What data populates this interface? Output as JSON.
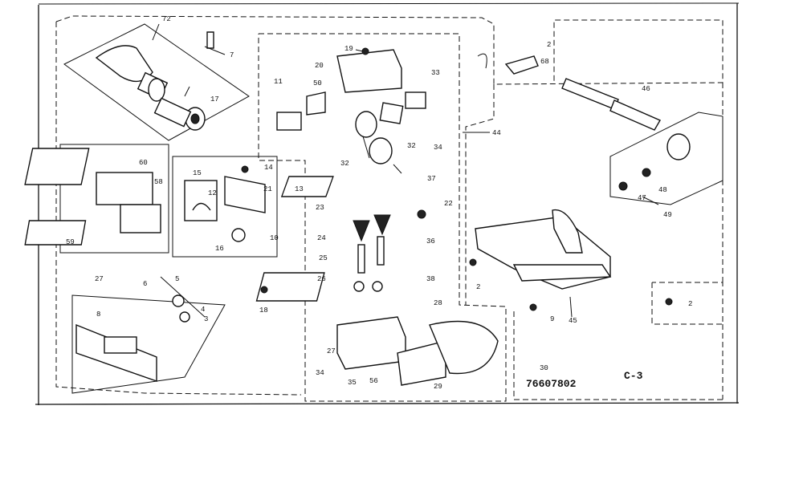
{
  "diagram": {
    "callouts": {
      "c72": "72",
      "c7": "7",
      "c17": "17",
      "c19": "19",
      "c20": "20",
      "c11": "11",
      "c50": "50",
      "c33": "33",
      "c32a": "32",
      "c32b": "32",
      "c34a": "34",
      "c37": "37",
      "c23": "23",
      "c22": "22",
      "c24": "24",
      "c36": "36",
      "c25": "25",
      "c26": "26",
      "c38": "38",
      "c18": "18",
      "c14": "14",
      "c15": "15",
      "c13": "13",
      "c21": "21",
      "c16": "16",
      "c10": "10",
      "c12": "12",
      "c60": "60",
      "c58": "58",
      "c59": "59",
      "c27": "27",
      "c6": "6",
      "c5": "5",
      "c4": "4",
      "c3": "3",
      "c8": "8",
      "c44": "44",
      "c2a": "2",
      "c68": "68",
      "c46": "46",
      "c47": "47",
      "c48": "48",
      "c49": "49",
      "c2b": "2",
      "c9": "9",
      "c45": "45",
      "c2c": "2",
      "c28": "28",
      "c27b": "27",
      "c34b": "34",
      "c35": "35",
      "c56": "56",
      "c29": "29",
      "c30": "30"
    },
    "part_code": "76607802",
    "sheet_code": "C-3"
  }
}
